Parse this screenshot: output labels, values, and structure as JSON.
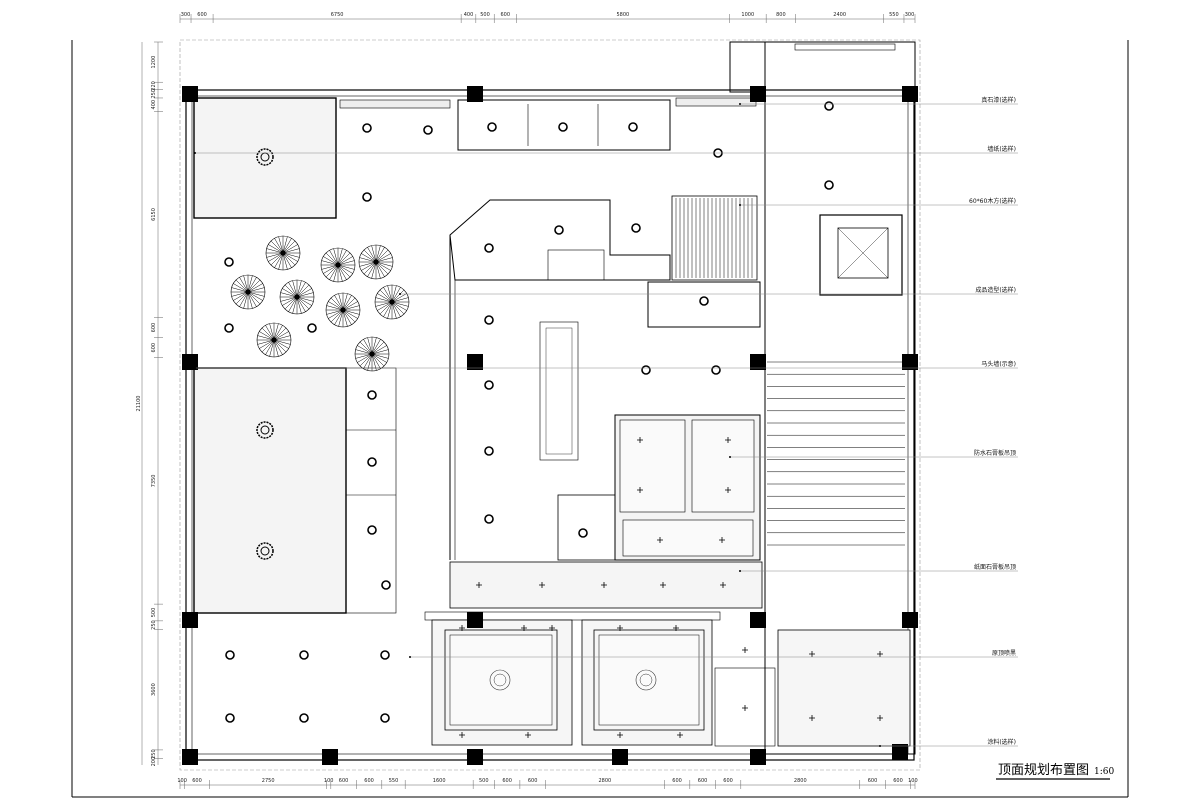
{
  "drawing": {
    "title": "顶面规划布置图",
    "scale": "1:60"
  },
  "dimensions": {
    "top": [
      "300",
      "600",
      "6750",
      "400",
      "500",
      "600",
      "5800",
      "1000",
      "800",
      "2400",
      "550",
      "300"
    ],
    "bottom": [
      "100",
      "600",
      "2750",
      "100",
      "600",
      "600",
      "550",
      "1600",
      "500",
      "600",
      "600",
      "2800",
      "600",
      "600",
      "600",
      "2800",
      "600",
      "600",
      "100"
    ],
    "left": [
      "1200",
      "220",
      "250",
      "400",
      "6150",
      "600",
      "600",
      "7350",
      "500",
      "250",
      "3600",
      "250",
      "200"
    ],
    "left_total": "21100"
  },
  "annotations": [
    "真石漆(选样)",
    "墙纸(选样)",
    "60*60木方(选样)",
    "成品造型(选样)",
    "马头墙(示意)",
    "防水石膏板吊顶",
    "纸面石膏板吊顶",
    "原顶喷黑",
    "涂料(选样)"
  ],
  "colors": {
    "line": "#000000",
    "dim": "#555555",
    "fill": "#f2f2f2"
  }
}
